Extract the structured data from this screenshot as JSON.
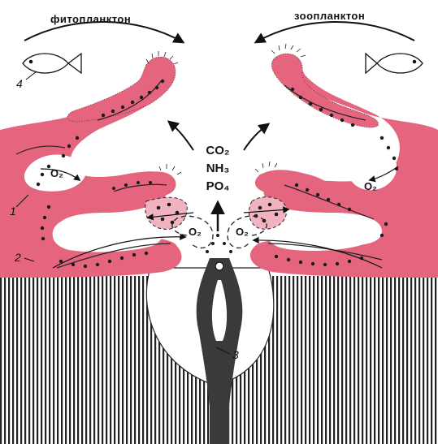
{
  "labels": {
    "phyto": "фитопланктон",
    "zoo": "зоопланктон",
    "chem_co2": "CO₂",
    "chem_nh3": "NH₃",
    "chem_po4": "PO₄",
    "o2_upper_left": "O₂",
    "o2_upper_right": "O₂",
    "o2_center_left": "O₂",
    "o2_center_right": "O₂",
    "num_1": "1",
    "num_2": "2",
    "num_3": "3",
    "num_4": "4"
  },
  "colors": {
    "tissue": "#e5657f",
    "tissue_light": "#f2b3c0",
    "ink": "#1a1a1a",
    "background": "#ffffff"
  }
}
